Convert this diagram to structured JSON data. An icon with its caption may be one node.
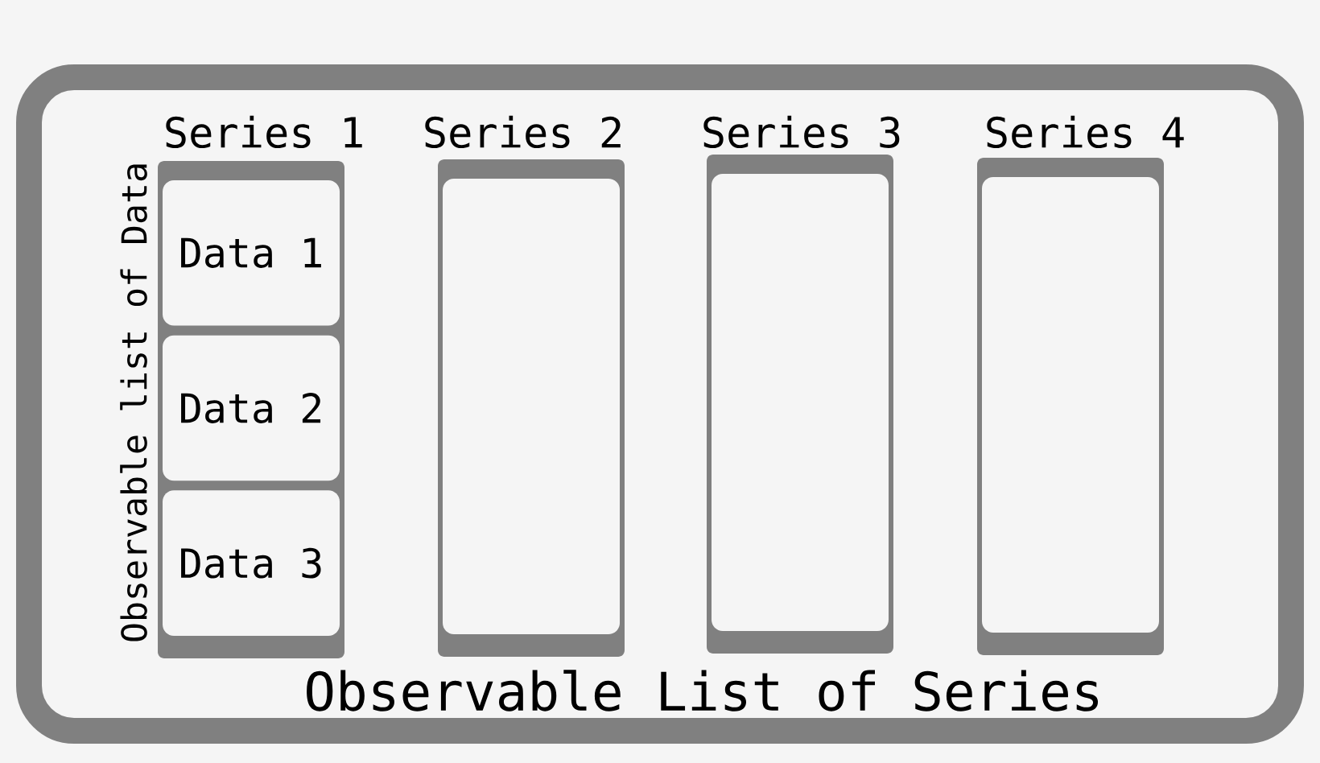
{
  "diagram": {
    "nodes": [
      {
        "text": [
          "Observable List of Series"
        ]
      },
      {
        "text": [
          "Series 1"
        ],
        "in": 0,
        "beside": [
          "Observable list of Data"
        ]
      },
      {
        "text": [
          "Data 1"
        ],
        "in": 1
      },
      {
        "text": [
          "Data 2"
        ],
        "in": 1
      },
      {
        "text": [
          "Data 3"
        ],
        "in": 1
      },
      {
        "text": [
          "Series 2"
        ],
        "in": 0
      },
      {
        "text": [
          "Series 3"
        ],
        "in": 0
      },
      {
        "text": [
          "Series 4"
        ],
        "in": 0
      }
    ]
  }
}
